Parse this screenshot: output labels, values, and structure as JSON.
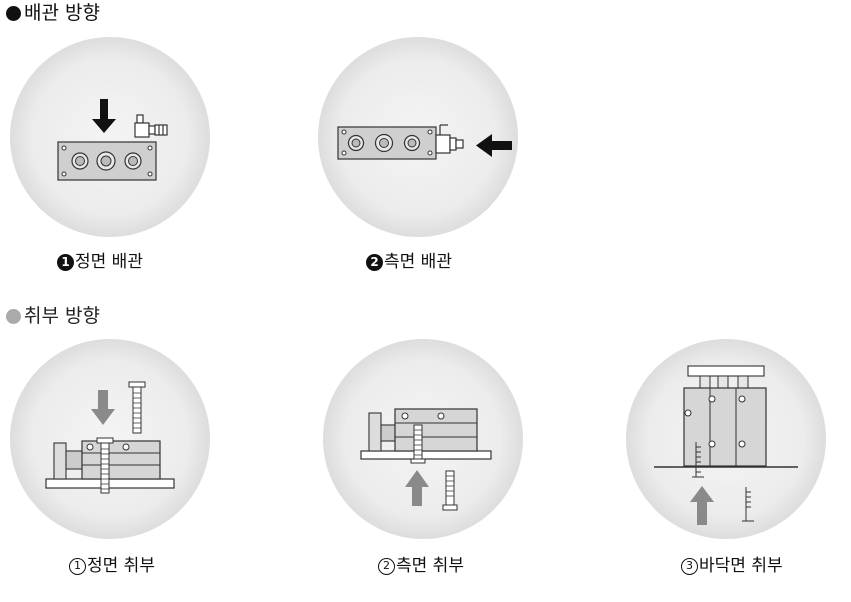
{
  "sections": {
    "piping": {
      "title": "배관 방향"
    },
    "mounting": {
      "title": "취부 방향"
    }
  },
  "piping": {
    "front": {
      "number": "1",
      "label": "정면 배관"
    },
    "side": {
      "number": "2",
      "label": "측면 배관"
    }
  },
  "mounting": {
    "front": {
      "number": "1",
      "label": "정면 취부"
    },
    "side": {
      "number": "2",
      "label": "측면 취부"
    },
    "bottom": {
      "number": "3",
      "label": "바닥면 취부"
    }
  },
  "colors": {
    "arrow_black": "#111111",
    "arrow_gray": "#8a8a8a",
    "circle_bg": "#ececec"
  },
  "icons": [
    "down-arrow-icon",
    "left-arrow-icon",
    "up-arrow-icon",
    "bolt-icon",
    "fitting-icon"
  ]
}
